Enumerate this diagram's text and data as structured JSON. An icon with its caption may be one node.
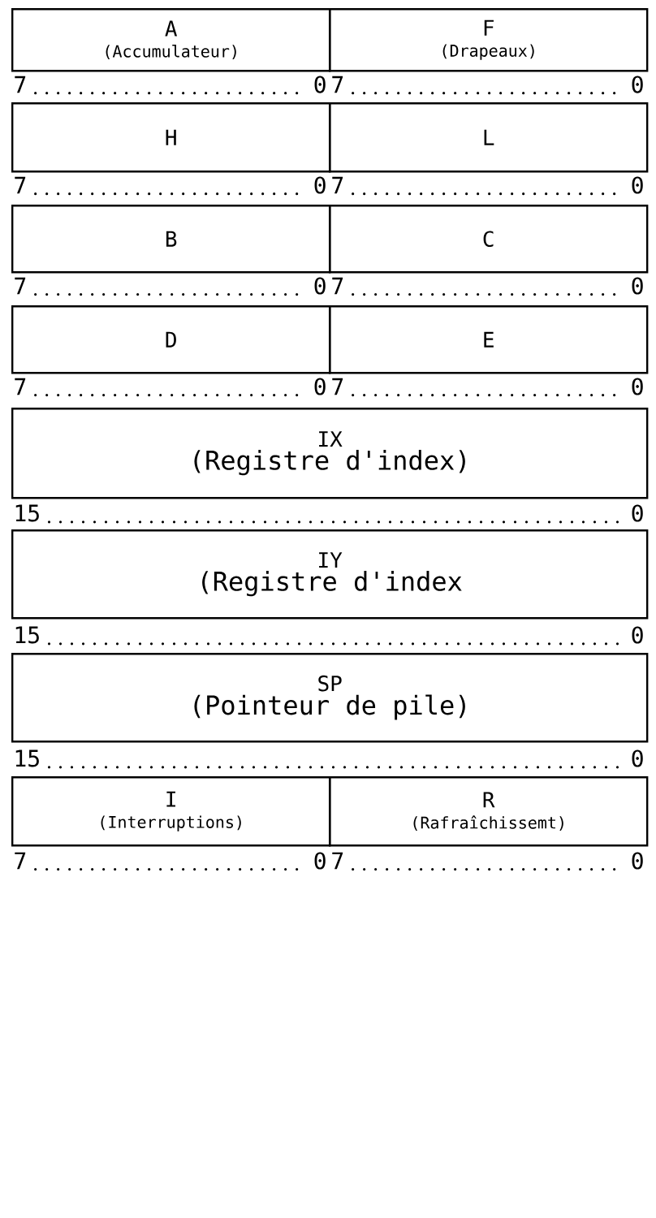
{
  "diagram": {
    "nodes": [
      {
        "text": [
          "A",
          "(Accumulateur)"
        ]
      },
      {
        "text": [
          "F",
          "(Drapeaux)"
        ]
      },
      {
        "text": [
          "H"
        ]
      },
      {
        "text": [
          "L"
        ]
      },
      {
        "text": [
          "B"
        ]
      },
      {
        "text": [
          "C"
        ]
      },
      {
        "text": [
          "D"
        ]
      },
      {
        "text": [
          "E"
        ]
      },
      {
        "text": [
          "IX",
          "(Registre d'index)"
        ]
      },
      {
        "text": [
          "IY",
          "(Registre d'index"
        ]
      },
      {
        "text": [
          "SP",
          "(Pointeur de pile)"
        ]
      },
      {
        "text": [
          "I",
          "(Interruptions)"
        ]
      },
      {
        "text": [
          "R",
          "(Rafraîchissemt)"
        ]
      }
    ],
    "labels": [
      "7",
      "0",
      "7",
      "0",
      "7",
      "0",
      "7",
      "0",
      "7",
      "0",
      "7",
      "0",
      "7",
      "0",
      "7",
      "0",
      "15",
      "0",
      "15",
      "0",
      "15",
      "0",
      "7",
      "0",
      "7",
      "0"
    ]
  }
}
